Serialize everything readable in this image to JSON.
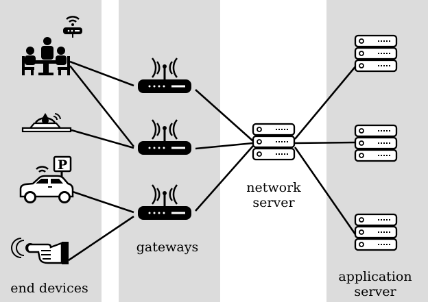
{
  "columns": {
    "end_devices": "end devices",
    "gateways": "gateways",
    "network_server": [
      "network",
      "server"
    ],
    "application_server": [
      "application",
      "server"
    ]
  },
  "colors": {
    "band": "#dcdcdc",
    "ink": "#000000",
    "device_fill": "#ffffff"
  },
  "end_devices": [
    {
      "name": "smart-office",
      "icons": [
        "people-meeting-icon",
        "wifi-router-icon"
      ]
    },
    {
      "name": "smart-irrigation",
      "icons": [
        "water-drop-icon",
        "soil-sensor-icon"
      ]
    },
    {
      "name": "smart-parking",
      "icons": [
        "car-icon",
        "parking-sign-icon",
        "wifi-icon"
      ]
    },
    {
      "name": "smart-access",
      "icons": [
        "doorbell-button-icon",
        "pointing-hand-icon"
      ]
    }
  ],
  "gateway_count": 3,
  "application_server_count": 3,
  "parking_sign_letter": "P"
}
